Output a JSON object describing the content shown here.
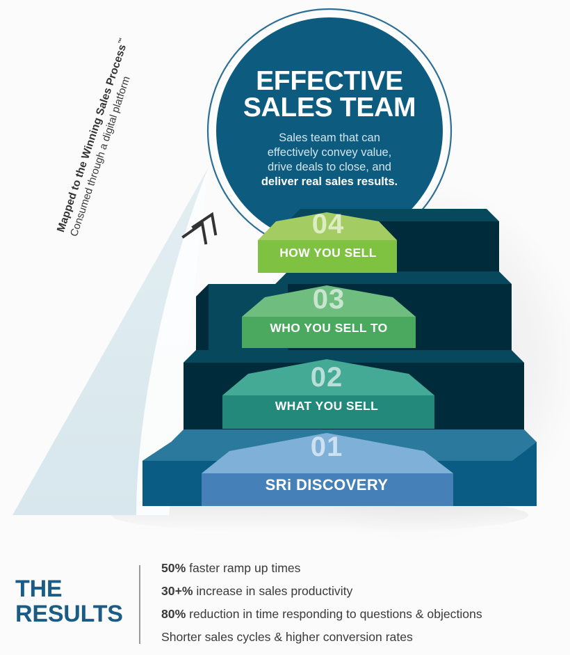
{
  "hero": {
    "title_line1": "EFFECTIVE",
    "title_line2": "SALES TEAM",
    "subtitle_line1": "Sales team that can",
    "subtitle_line2": "effectively convey value,",
    "subtitle_line3": "drive deals to close, and",
    "subtitle_bold": "deliver real sales results."
  },
  "annotation": {
    "line1": "Mapped to the Winning Sales Process",
    "trademark": "™",
    "line2": "Consumed through a digital platform",
    "arrow_icon": "double-chevron-up-right-icon"
  },
  "staircase": {
    "steps": [
      {
        "number": "04",
        "label": "HOW YOU SELL",
        "top_color": "#a3cd63",
        "front_color": "#7fc242"
      },
      {
        "number": "03",
        "label": "WHO YOU SELL TO",
        "top_color": "#6fbe80",
        "front_color": "#4aa95f"
      },
      {
        "number": "02",
        "label": "WHAT YOU SELL",
        "top_color": "#44a995",
        "front_color": "#23897a"
      },
      {
        "number": "01",
        "label": "SRi DISCOVERY",
        "top_color": "#7eb0d8",
        "front_color": "#4580b8"
      }
    ],
    "riser_color": "#07485c",
    "riser_front_color": "#002b3a",
    "base_tread_color": "#2b7a9e",
    "base_front_color": "#0a5c85"
  },
  "results": {
    "heading_line1": "THE",
    "heading_line2": "RESULTS",
    "items": [
      {
        "lead": "50%",
        "rest": " faster ramp up times"
      },
      {
        "lead": "30+%",
        "rest": " increase in sales productivity"
      },
      {
        "lead": "80%",
        "rest": " reduction in time responding to questions & objections"
      },
      {
        "lead": "",
        "rest": "Shorter sales cycles & higher conversion rates"
      }
    ]
  },
  "colors": {
    "circle_fill": "#0d5c80",
    "circle_ring": "#2b6f96",
    "wedge": "#dce9ee",
    "heading_blue": "#1a5c85",
    "body_text": "#3a3a3a",
    "background": "#fbfbfb"
  }
}
